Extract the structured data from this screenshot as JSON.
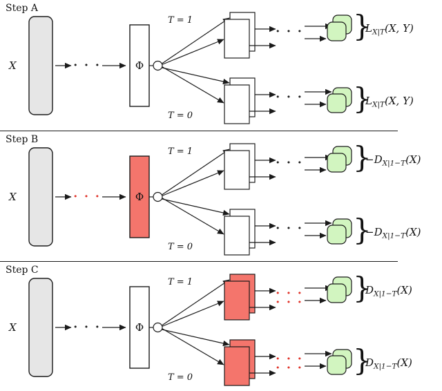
{
  "figure": {
    "type": "diagram",
    "background": "#ffffff",
    "brace": "}",
    "colors": {
      "input_box_fill": "#e6e6e6",
      "highlight_red_fill": "#f4756c",
      "output_box_fill": "#d2f5c0",
      "red_dots": "#e03127",
      "line_black": "#1a1a1a",
      "white": "#ffffff"
    },
    "panels": [
      {
        "step_label": "Step A",
        "input_label": "X",
        "encoder_label": "Φ",
        "encoder_fill": "#ffffff",
        "stack_fill": "#ffffff",
        "pre_dots": "· · ·",
        "pre_dots_color": "#1a1a1a",
        "branch_dots_color": "#1a1a1a",
        "branch_top": {
          "label": "T = 1",
          "dots_row1": "· · ·",
          "dots_row2": "",
          "loss": {
            "prefix": "",
            "symbol": "L",
            "sub": "X|T",
            "args": "(X, Y)"
          }
        },
        "branch_bottom": {
          "label": "T = 0",
          "dots_row1": "· · ·",
          "dots_row2": "",
          "loss": {
            "prefix": "",
            "symbol": "L",
            "sub": "X|T",
            "args": "(X, Y)"
          }
        }
      },
      {
        "step_label": "Step B",
        "input_label": "X",
        "encoder_label": "Φ",
        "encoder_fill": "#f4756c",
        "stack_fill": "#ffffff",
        "pre_dots": "· · ·",
        "pre_dots_color": "#e03127",
        "branch_dots_color": "#1a1a1a",
        "branch_top": {
          "label": "T = 1",
          "dots_row1": "· · ·",
          "dots_row2": "",
          "loss": {
            "prefix": "−",
            "symbol": "D",
            "sub": "X|1−T",
            "args": "(X)"
          }
        },
        "branch_bottom": {
          "label": "T = 0",
          "dots_row1": "· · ·",
          "dots_row2": "",
          "loss": {
            "prefix": "−",
            "symbol": "D",
            "sub": "X|1−T",
            "args": "(X)"
          }
        }
      },
      {
        "step_label": "Step C",
        "input_label": "X",
        "encoder_label": "Φ",
        "encoder_fill": "#ffffff",
        "stack_fill": "#f4756c",
        "pre_dots": "· · ·",
        "pre_dots_color": "#1a1a1a",
        "branch_dots_color": "#e03127",
        "branch_top": {
          "label": "T = 1",
          "dots_row1": "· · ·",
          "dots_row2": "· · ·",
          "loss": {
            "prefix": "",
            "symbol": "D",
            "sub": "X|1−T",
            "args": "(X)"
          }
        },
        "branch_bottom": {
          "label": "T = 0",
          "dots_row1": "· · ·",
          "dots_row2": "· · ·",
          "loss": {
            "prefix": "",
            "symbol": "D",
            "sub": "X|1−T",
            "args": "(X)"
          }
        }
      }
    ]
  }
}
